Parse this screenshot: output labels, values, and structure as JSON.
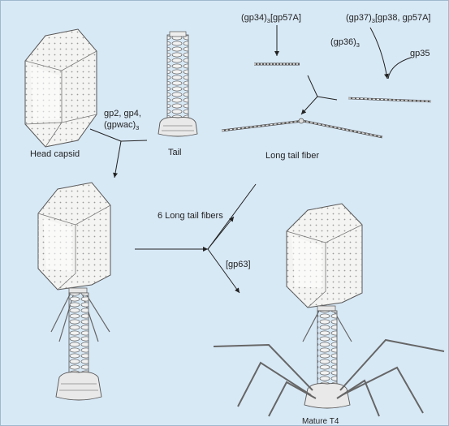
{
  "labels": {
    "gp34": "(gp34)",
    "gp34_sub": "3",
    "gp57a_1": "[gp57A]",
    "gp37": "(gp37)",
    "gp37_sub": "3",
    "gp38": "[gp38, gp57A]",
    "gp36": "(gp36)",
    "gp36_sub": "3",
    "gp35": "gp35",
    "gp2": "gp2, gp4,",
    "gpwac": "(gpwac)",
    "gpwac_sub": "3",
    "head_capsid": "Head capsid",
    "tail": "Tail",
    "long_tail_fiber": "Long tail fiber",
    "six_fibers": "6 Long tail fibers",
    "gp63": "[gp63]",
    "mature": "Mature T4"
  },
  "colors": {
    "background": "#d8e9f6",
    "capsid": "#f4f4f2",
    "outline": "#555555",
    "arrow": "#222222"
  }
}
